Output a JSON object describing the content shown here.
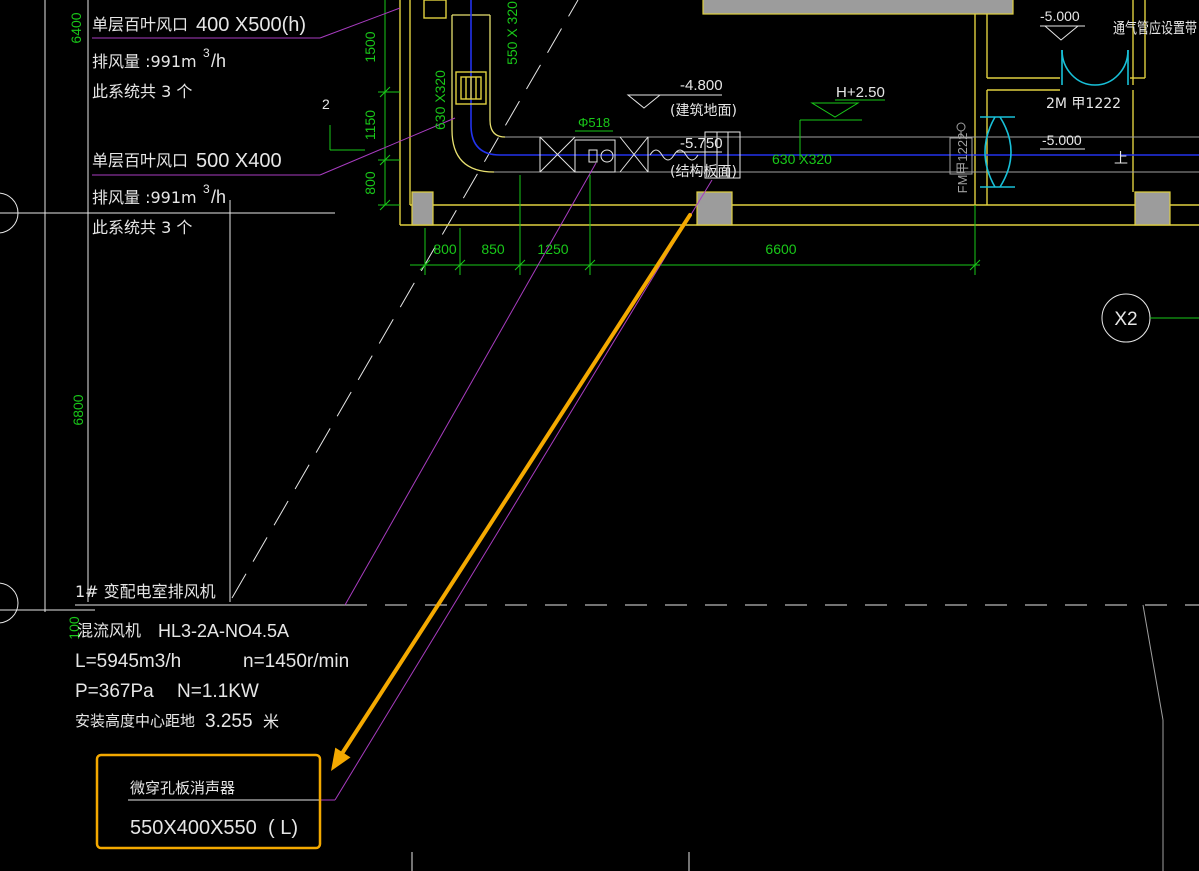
{
  "colors": {
    "background": "#000000",
    "text": "#e6e6e6",
    "dimension": "#19c819",
    "wall": "#e0d040",
    "leader": "#a83cc0",
    "duct_axis": "#2233ee",
    "damper": "#18c0d8",
    "highlight": "#f4a900"
  },
  "drawing": {
    "grille_1": {
      "type": "单层百叶风口",
      "size": "400 X500(h)",
      "flow": "排风量 :991m",
      "flow_exp": "3",
      "flow_unit": "/h",
      "count": "此系统共 3 个"
    },
    "grille_2": {
      "type": "单层百叶风口",
      "size": "500 X400",
      "flow": "排风量 :991m",
      "flow_exp": "3",
      "flow_unit": "/h",
      "count": "此系统共 3 个"
    },
    "leader_tag": "2",
    "dimensions": {
      "left_top": "6400",
      "left_mid": "6800",
      "left_bottom": "100",
      "wall_vertical": [
        "1500",
        "1150",
        "800"
      ],
      "bottom_horizontal": [
        "800",
        "850",
        "1250",
        "6600"
      ]
    },
    "duct_sizes": {
      "riser": "630 X320",
      "riser_top": "550 X 320",
      "main": "630 X320"
    },
    "fan_diameter": "Φ518",
    "elevations": {
      "floor": "-4.800",
      "floor_note": "(建筑地面)",
      "slab": "-5.750",
      "slab_note": "(结构板面)",
      "duct_height": "H+2.50",
      "room_top": "-5.000",
      "room_mid": "-5.000"
    },
    "doors": {
      "damper_tag": "FM甲1222",
      "door_tag": "2M 甲1222"
    },
    "notes": {
      "vent_pipe": "通气管应设置带",
      "up_mark": "上"
    },
    "axis_label": "X2",
    "fan_spec": {
      "title": "1# 变配电室排风机",
      "model_label": "混流风机",
      "model": "HL3-2A-NO4.5A",
      "airflow": "L=5945m3/h",
      "speed": "n=1450r/min",
      "pressure": "P=367Pa",
      "power": "N=1.1KW",
      "mount_label": "安装高度中心距地",
      "mount_value": "3.255",
      "mount_unit": "米"
    },
    "silencer": {
      "name": "微穿孔板消声器",
      "size": "550X400X550",
      "suffix": "( L)"
    }
  }
}
